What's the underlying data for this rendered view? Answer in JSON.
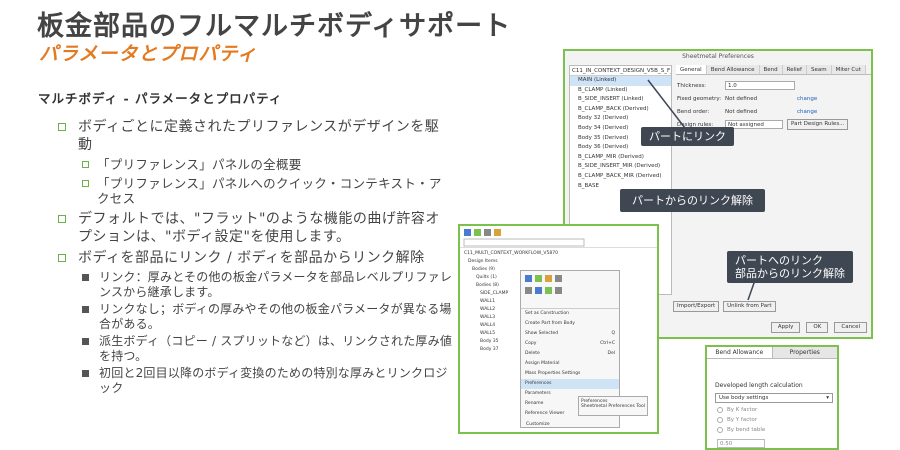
{
  "slide": {
    "title": "板金部品のフルマルチボディサポート",
    "subtitle": "パラメータとプロパティ",
    "section": "マルチボディ - パラメータとプロパティ",
    "bullets": [
      {
        "text": "ボディごとに定義されたプリファレンスがデザインを駆動",
        "sub": [
          "「プリファレンス」パネルの全概要",
          "「プリファレンス」パネルへのクイック・コンテキスト・アクセス"
        ]
      },
      {
        "text": "デフォルトでは、\"フラット\"のような機能の曲げ許容オプションは、\"ボディ設定\"を使用します。",
        "sub": []
      },
      {
        "text": "ボディを部品にリンク / ボディを部品からリンク解除",
        "sub3": [
          "リンク：厚みとその他の板金パラメータを部品レベルプリファレンスから継承します。",
          "リンクなし；ボディの厚みやその他の板金パラメータが異なる場合がある。",
          "派生ボディ（コピー / スプリットなど）は、リンクされた厚み値を持つ。",
          "初回と2回目以降のボディ変換のための特別な厚みとリンクロジック"
        ]
      }
    ]
  },
  "dialog": {
    "title": "Sheetmetal Preferences",
    "tree_header": "C11_IN_CONTEXT_DESIGN_V5B_S_F_I",
    "tree_items": [
      "MAIN (Linked)",
      "B_CLAMP (Linked)",
      "B_SIDE_INSERT (Linked)",
      "B_CLAMP_BACK (Derived)",
      "Body 32 (Derived)",
      "Body 34 (Derived)",
      "Body 35 (Derived)",
      "Body 36 (Derived)",
      "B_CLAMP_MIR (Derived)",
      "B_SIDE_INSERT_MIR (Derived)",
      "B_CLAMP_BACK_MIR (Derived)",
      "B_BASE"
    ],
    "tabs": [
      "General",
      "Bend Allowance",
      "Bend",
      "Relief",
      "Seam",
      "Miter Cut"
    ],
    "thickness_label": "Thickness:",
    "thickness_value": "1.0",
    "fixed_label": "Fixed geometry:",
    "fixed_value": "Not defined",
    "bend_order_label": "Bend order:",
    "bend_order_value": "Not defined",
    "design_rules_label": "Design rules:",
    "design_rules_value": "Not assigned",
    "change": "change",
    "part_design_rules": "Part Design Rules...",
    "import_export": "Import/Export",
    "unlink": "Unlink from Part",
    "apply": "Apply",
    "ok": "OK",
    "cancel": "Cancel"
  },
  "callouts": {
    "link": "パートにリンク",
    "unlink": "パートからのリンク解除",
    "both_1": "パートへのリンク",
    "both_2": "部品からのリンク解除"
  },
  "model_tree": {
    "items": [
      "C11_MULTI_CONTEXT_WORKFLOW_V5870",
      "Design Items",
      "Bodies (9)",
      "Quilts (1)",
      "Bodies (8)",
      "SIDE_CLAMP",
      "WALL1",
      "WALL2",
      "WALL3",
      "WALL4",
      "WALL5",
      "Body 35",
      "Body 37"
    ],
    "context_menu": [
      "Set as Construction",
      "Create Part from Body",
      "Show Selected",
      "Copy",
      "Delete",
      "Assign Material",
      "Mass Properties Settings",
      "Preferences",
      "Parameters",
      "Rename",
      "Reference Viewer",
      "Customize"
    ],
    "context_shortcuts": [
      "",
      "",
      "Q",
      "Ctrl+C",
      "Del",
      "",
      "",
      "",
      "",
      "",
      "",
      ""
    ],
    "submenu": [
      "Preferences",
      "Sheetmetal Preferences Tool"
    ]
  },
  "bend_panel": {
    "tabs": [
      "Bend Allowance",
      "Properties"
    ],
    "label": "Developed length calculation",
    "select": "Use body settings",
    "radios": [
      "By K factor",
      "By Y factor",
      "By bend table"
    ],
    "value": "0.50"
  },
  "colors": {
    "accent": "#e47a1f",
    "green": "#7cc04e",
    "callout": "#3f4752"
  }
}
